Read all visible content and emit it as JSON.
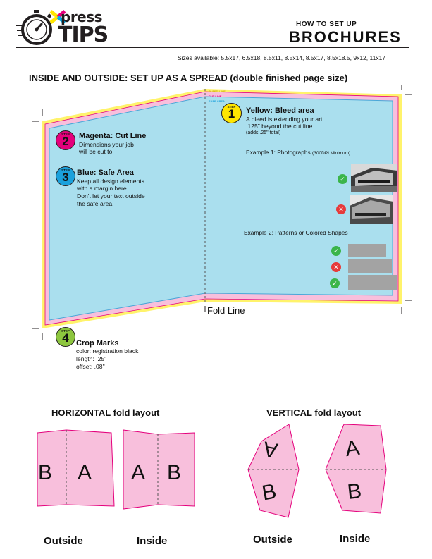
{
  "brand": {
    "logo_top": "xpress",
    "logo_bottom": "TIPS",
    "colors": {
      "magenta": "#e4007c",
      "yellow": "#ffe600",
      "cyan": "#00aeef",
      "dark": "#231f20"
    }
  },
  "header": {
    "kicker": "HOW TO SET UP",
    "title": "BROCHURES",
    "sizes": "Sizes available: 5.5x17, 6.5x18, 8.5x11, 8.5x14, 8.5x17, 8.5x18.5, 9x12, 11x17"
  },
  "spread": {
    "heading": "INSIDE AND OUTSIDE: SET UP AS A SPREAD (double finished page size)",
    "fold_label": "Fold Line",
    "legend": [
      "BLEED LINE",
      "CUT LINE",
      "SAFE AREA"
    ],
    "colors": {
      "bleed": "#fff36b",
      "cut": "#f8bfdc",
      "safe": "#aadfee",
      "safe_border": "#4aa7d8"
    }
  },
  "steps": [
    {
      "badge": "STEP",
      "number": "1",
      "title": "Yellow:  Bleed area",
      "lines": [
        "A bleed is extending your art",
        ".125\" beyond the cut line.",
        "(adds .25\" total)"
      ],
      "color": "#ffe600"
    },
    {
      "badge": "STEP",
      "number": "2",
      "title": "Magenta: Cut Line",
      "lines": [
        "Dimensions your job",
        "will be cut to."
      ],
      "color": "#e4007c"
    },
    {
      "badge": "STEP",
      "number": "3",
      "title": "Blue: Safe Area",
      "lines": [
        "Keep all design elements",
        "with a margin here.",
        "Don't let your text outside",
        "the safe area."
      ],
      "color": "#1ba1dc"
    },
    {
      "badge": "STEP",
      "number": "4",
      "title": "Crop Marks",
      "lines": [
        "color: registration black",
        "length: .25\"",
        "offset: .08\""
      ],
      "color": "#8dc63f"
    }
  ],
  "examples": {
    "ex1_label": "Example 1: Photographs",
    "ex1_note": "(300DPI Minimum)",
    "ex2_label": "Example 2:  Patterns or Colored Shapes",
    "photo_marks": [
      "check",
      "cross"
    ],
    "shape_marks": [
      "check",
      "cross",
      "check"
    ]
  },
  "layouts": {
    "horizontal_title": "HORIZONTAL fold layout",
    "vertical_title": "VERTICAL fold layout",
    "panels": {
      "h_outside": [
        "B",
        "A"
      ],
      "h_inside": [
        "A",
        "B"
      ],
      "v_outside": [
        "A",
        "B"
      ],
      "v_inside": [
        "A",
        "B"
      ]
    },
    "captions": [
      "Outside",
      "Inside",
      "Outside",
      "Inside"
    ]
  }
}
